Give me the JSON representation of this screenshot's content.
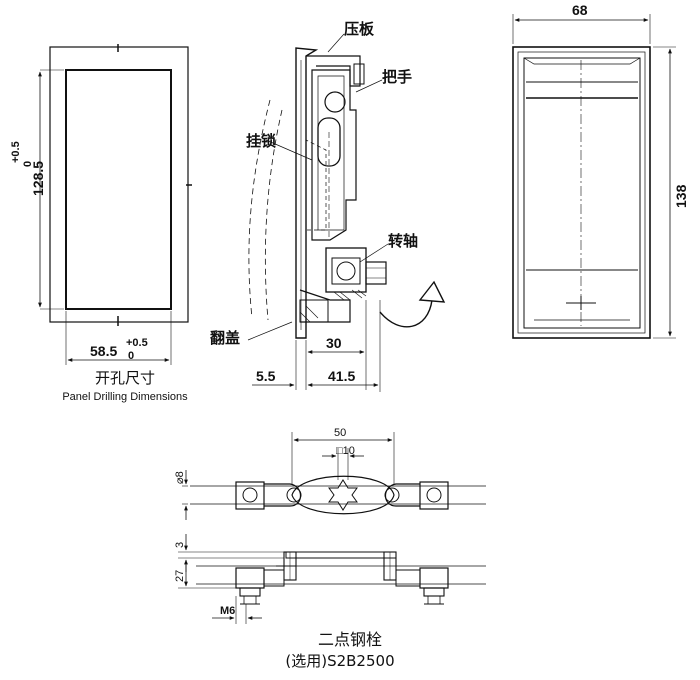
{
  "panel_cutout": {
    "height_label": "128.5",
    "height_tol_plus": "+0.5",
    "height_tol_minus": "0",
    "width_label": "58.5",
    "width_tol_plus": "+0.5",
    "width_tol_minus": "0",
    "caption_cn": "开孔尺寸",
    "caption_en": "Panel Drilling Dimensions"
  },
  "side_view": {
    "label_pressure_plate": "压板",
    "label_handle": "把手",
    "label_hook_lock": "挂锁",
    "label_shaft": "转轴",
    "label_flip_cover": "翻盖",
    "dim_30": "30",
    "dim_5_5": "5.5",
    "dim_41_5": "41.5"
  },
  "front_view": {
    "width_label": "68",
    "height_label": "138"
  },
  "bolt": {
    "dim_50": "50",
    "dim_sq10": "□10",
    "dim_dia8": "⌀8",
    "dim_3": "3",
    "dim_27": "27",
    "dim_m6": "M6",
    "caption_cn": "二点钢栓",
    "caption_model": "(选用)S2B2500"
  }
}
